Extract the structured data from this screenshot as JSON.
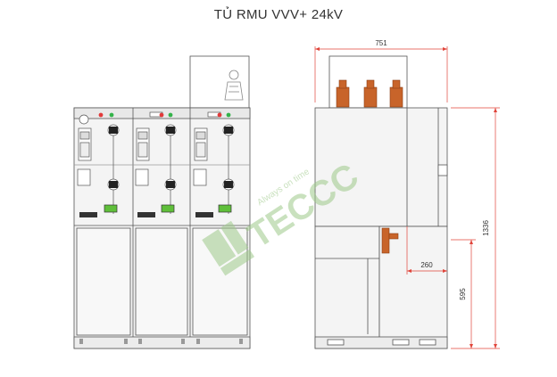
{
  "title": "TỦ RMU VVV+ 24kV",
  "watermark": {
    "brand": "TECCC",
    "tagline": "Always on time",
    "color": "#9ec98a"
  },
  "dimensions": {
    "width": "751",
    "height": "1336",
    "depth_offset": "260",
    "lower_height": "595"
  },
  "colors": {
    "line": "#555555",
    "dimension": "#e0443a",
    "bushing": "#c8642a",
    "panel_fill": "#f0f0f0",
    "indicator_red": "#e23a3a",
    "indicator_green": "#34b34a",
    "handle_green": "#5fbf3a"
  }
}
